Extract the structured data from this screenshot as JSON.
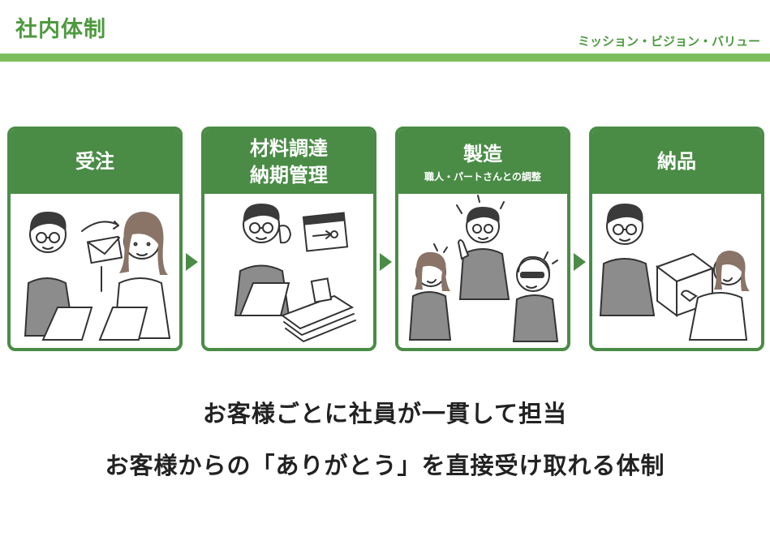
{
  "header": {
    "title": "社内体制",
    "subtitle": "ミッション・ビジョン・バリュー",
    "accent_color": "#7dbe5c",
    "title_color": "#4e9a3f"
  },
  "flow": {
    "box_color": "#4a8c46",
    "steps": [
      {
        "title": "受注",
        "subtitle": "",
        "illustration": "order-illustration"
      },
      {
        "title": "材料調達\n納期管理",
        "subtitle": "",
        "illustration": "procurement-illustration"
      },
      {
        "title": "製造",
        "subtitle": "職人・パートさんとの調整",
        "illustration": "manufacturing-illustration"
      },
      {
        "title": "納品",
        "subtitle": "",
        "illustration": "delivery-illustration"
      }
    ]
  },
  "taglines": [
    "お客様ごとに社員が一貫して担当",
    "お客様からの「ありがとう」を直接受け取れる体制"
  ]
}
